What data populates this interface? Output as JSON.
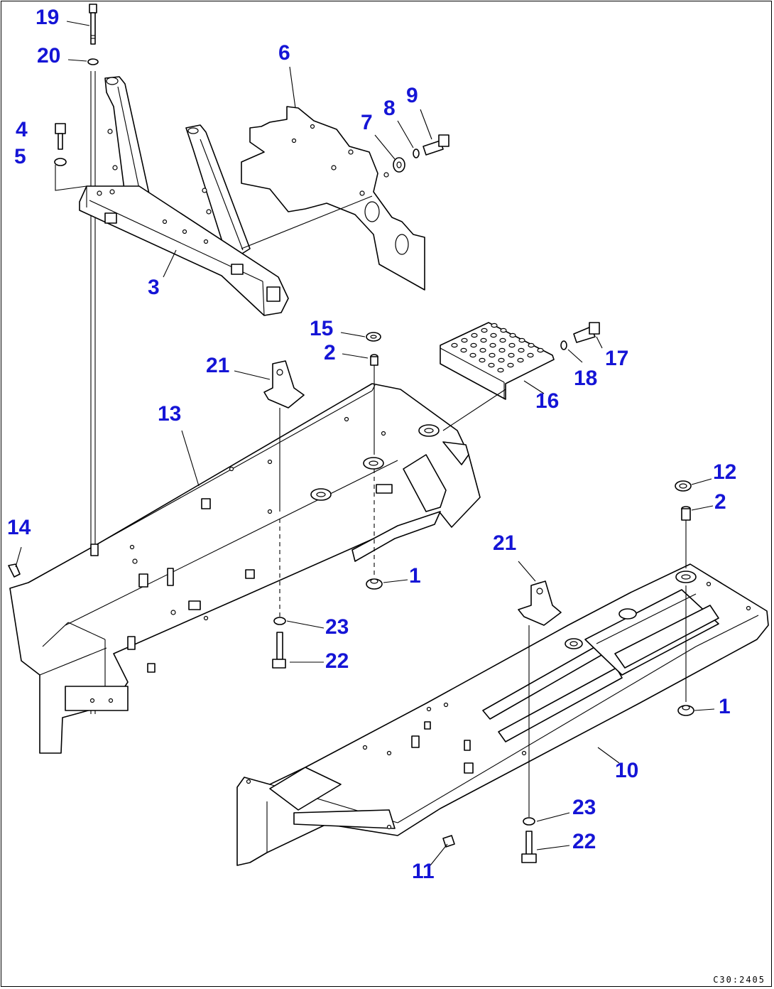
{
  "drawing": {
    "accent_color": "#1515d6",
    "line_color": "#000000",
    "background": "#ffffff",
    "code": "C30:2405"
  },
  "callouts": [
    {
      "id": "c19",
      "label": "19"
    },
    {
      "id": "c20",
      "label": "20"
    },
    {
      "id": "c6",
      "label": "6"
    },
    {
      "id": "c9",
      "label": "9"
    },
    {
      "id": "c8",
      "label": "8"
    },
    {
      "id": "c7",
      "label": "7"
    },
    {
      "id": "c4",
      "label": "4"
    },
    {
      "id": "c5",
      "label": "5"
    },
    {
      "id": "c3",
      "label": "3"
    },
    {
      "id": "c15",
      "label": "15"
    },
    {
      "id": "c2a",
      "label": "2"
    },
    {
      "id": "c17",
      "label": "17"
    },
    {
      "id": "c18",
      "label": "18"
    },
    {
      "id": "c16",
      "label": "16"
    },
    {
      "id": "c21a",
      "label": "21"
    },
    {
      "id": "c13",
      "label": "13"
    },
    {
      "id": "c12",
      "label": "12"
    },
    {
      "id": "c2b",
      "label": "2"
    },
    {
      "id": "c14",
      "label": "14"
    },
    {
      "id": "c21b",
      "label": "21"
    },
    {
      "id": "c1a",
      "label": "1"
    },
    {
      "id": "c23a",
      "label": "23"
    },
    {
      "id": "c22a",
      "label": "22"
    },
    {
      "id": "c1b",
      "label": "1"
    },
    {
      "id": "c10",
      "label": "10"
    },
    {
      "id": "c23b",
      "label": "23"
    },
    {
      "id": "c22b",
      "label": "22"
    },
    {
      "id": "c11",
      "label": "11"
    }
  ]
}
